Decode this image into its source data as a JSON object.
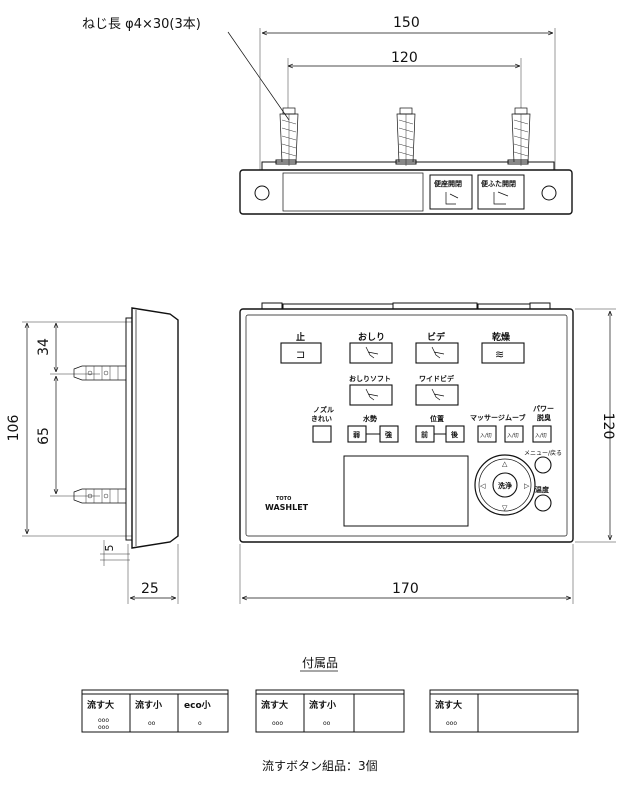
{
  "screw_note": "ねじ長 φ4×30(3本)",
  "dims": {
    "top_width": "150",
    "top_pitch": "120",
    "side_height": "106",
    "side_upper": "34",
    "side_mid": "65",
    "side_bottom": "5",
    "side_depth": "25",
    "front_width": "170",
    "front_height": "120"
  },
  "top_view": {
    "seat_button": "便座開閉",
    "lid_button": "便ふた開閉"
  },
  "panel": {
    "stop": "止",
    "stop_icon": "⊐",
    "oshiri": "おしり",
    "bidet": "ビデ",
    "dry": "乾燥",
    "dry_icon": "≋",
    "oshiri_soft": "おしりソフト",
    "wide_bidet": "ワイドビデ",
    "nozzle_clean_1": "ノズル",
    "nozzle_clean_2": "きれい",
    "water_pressure": "水勢",
    "water_weak": "弱",
    "water_strong": "強",
    "position": "位置",
    "pos_front": "前",
    "pos_back": "後",
    "massage": "マッサージ",
    "move": "ムーブ",
    "power_1": "パワー",
    "power_2": "脱臭",
    "onoff": "入/切",
    "menu_back": "メニュー/戻る",
    "flush": "洗浄",
    "temp": "温度",
    "brand_top": "TOTO",
    "brand": "WASHLET"
  },
  "accessories": {
    "title": "付属品",
    "flush_large": "流す大",
    "flush_small": "流す小",
    "eco_small": "eco小",
    "footer": "流すボタン組品：3個"
  }
}
